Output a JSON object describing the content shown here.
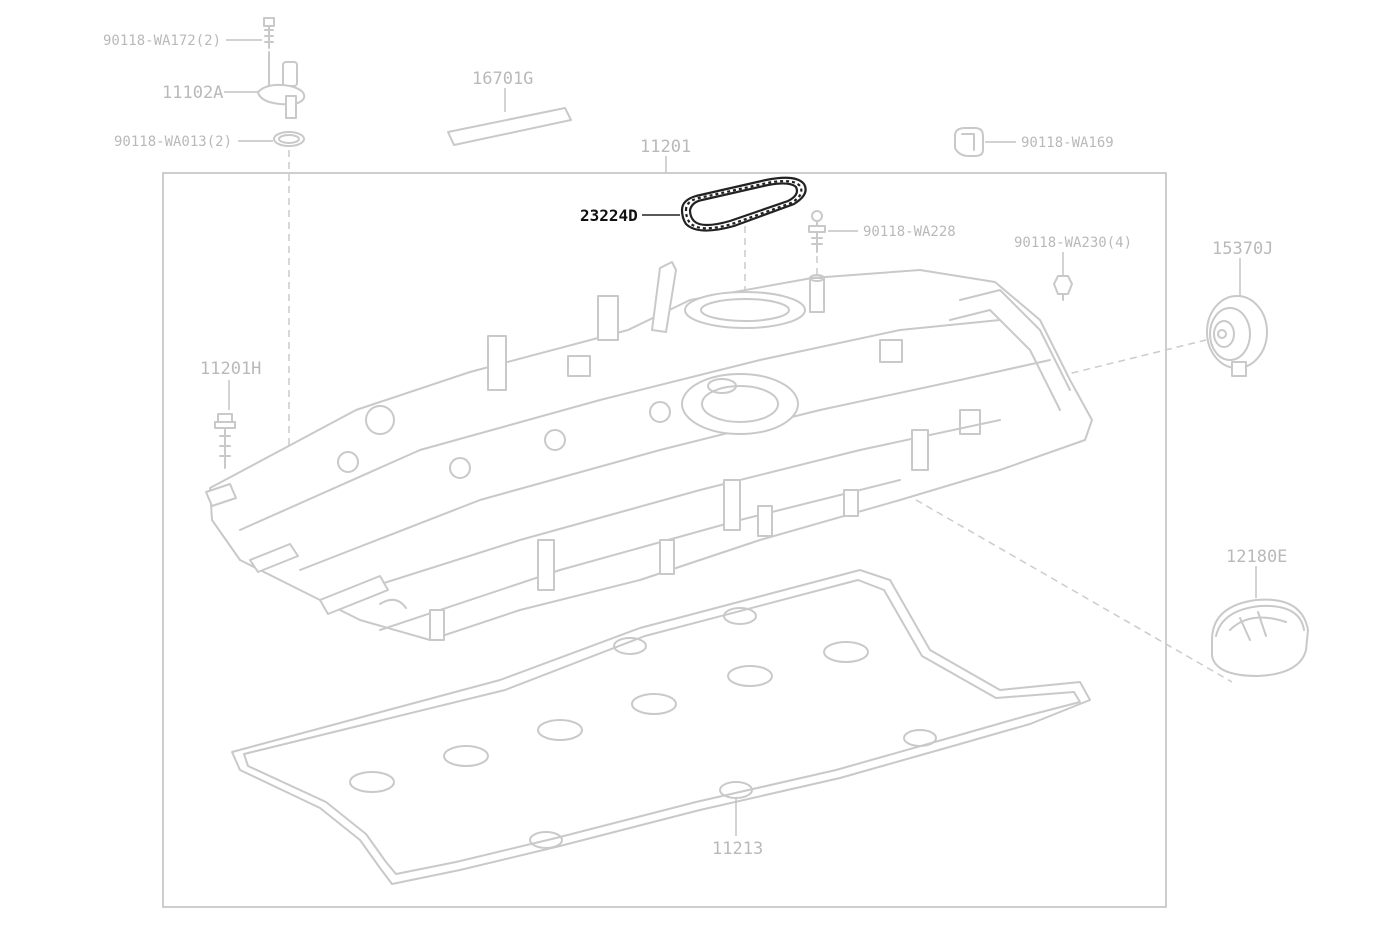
{
  "labels": {
    "bolt_1": "90118-WA172(2)",
    "sensor": "11102A",
    "oring": "90118-WA013(2)",
    "strip": "16701G",
    "cover": "11201",
    "clip_1": "90118-WA169",
    "gasket_highlight": "23224D",
    "stud": "90118-WA228",
    "clip_2": "90118-WA230(4)",
    "valve": "15370J",
    "bolt_2": "11201H",
    "cap": "12180E",
    "gasket_main": "11213"
  },
  "colors": {
    "highlight": "#111111",
    "muted": "#b9b9b9",
    "frame": "#bdbdbd"
  }
}
